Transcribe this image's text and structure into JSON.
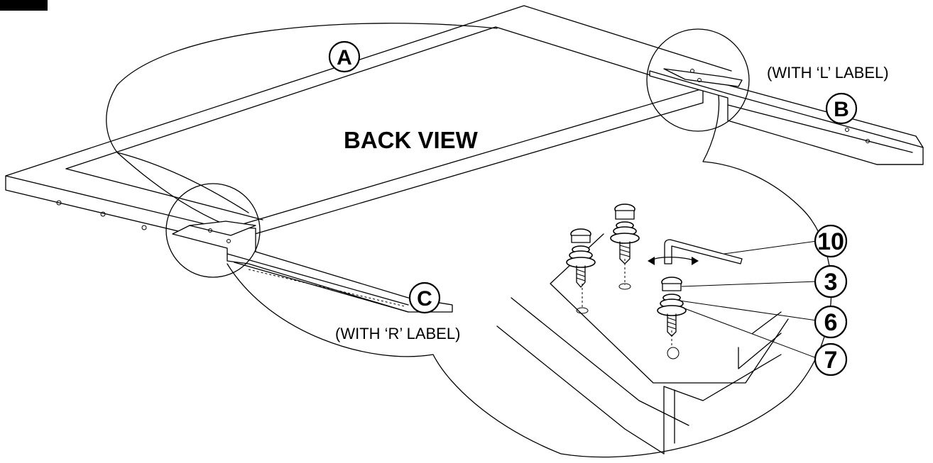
{
  "diagram": {
    "title": "BACK VIEW",
    "part_labels": {
      "a": "A",
      "b": "B",
      "c": "C"
    },
    "notes": {
      "b": "(WITH ‘L’ LABEL)",
      "c": "(WITH ‘R’ LABEL)"
    },
    "callouts": {
      "allen_key": "10",
      "bolt": "3",
      "lock_washer": "6",
      "flat_washer": "7"
    }
  }
}
